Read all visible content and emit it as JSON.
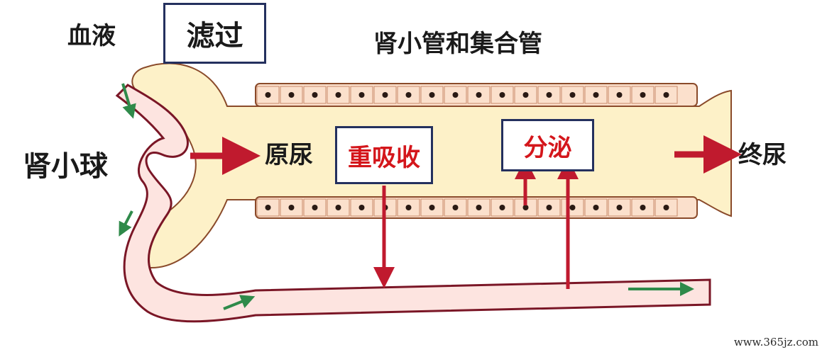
{
  "labels": {
    "blood": "血液",
    "filtration": "滤过",
    "tubule_title": "肾小管和集合管",
    "corpuscle": "肾小球",
    "primary_urine": "原尿",
    "reabsorption": "重吸收",
    "secretion": "分泌",
    "final_urine": "终尿"
  },
  "watermark": "www.365jz.com",
  "colors": {
    "tubule_fill": "#fdf1c8",
    "tubule_wall": "#fbe0cc",
    "wall_outline": "#8a4a2a",
    "vessel_fill": "#fde4e0",
    "vessel_line": "#7a1626",
    "arrow_red": "#c01a2e",
    "arrow_green": "#2f8a4a",
    "box_border": "#24305e",
    "text_red": "#d4161b"
  }
}
